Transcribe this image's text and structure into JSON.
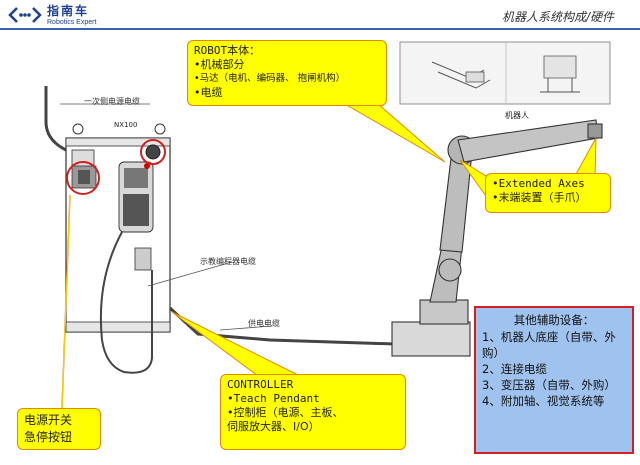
{
  "header": {
    "logo_cn": "指南车",
    "logo_en": "Robotics Expert",
    "title": "机器人系统构成/硬件"
  },
  "labels": {
    "primary_power_cable": "一次侧电源电缆",
    "controller_model": "NX100",
    "teach_pendant_cable": "示教编程器电缆",
    "power_supply_cable": "供电电缆",
    "robot": "机器人"
  },
  "robot_body": {
    "title": "ROBOT本体：",
    "items": [
      "•机械部分",
      "•马达（电机、编码器、 抱闸机构）",
      "•电缆"
    ]
  },
  "extended": {
    "items": [
      "•Extended Axes",
      "•末端装置（手爪）"
    ]
  },
  "controller": {
    "title": "CONTROLLER",
    "items": [
      "•Teach Pendant",
      "•控制柜（电源、主板、",
      "伺服放大器、I/O）"
    ]
  },
  "power": {
    "items": [
      "电源开关",
      "急停按钮"
    ]
  },
  "aux": {
    "title": "其他辅助设备：",
    "items": [
      "1、机器人底座（自带、外购）",
      "2、连接电缆",
      "3、变压器（自带、外购）",
      "4、附加轴、视觉系统等"
    ]
  },
  "colors": {
    "callout_fill": "#ffff00",
    "callout_border": "#e08a00",
    "aux_fill": "#9fc3ee",
    "aux_border": "#d22020",
    "highlight_ring": "#d22020",
    "brand_blue": "#1f3f8f"
  }
}
